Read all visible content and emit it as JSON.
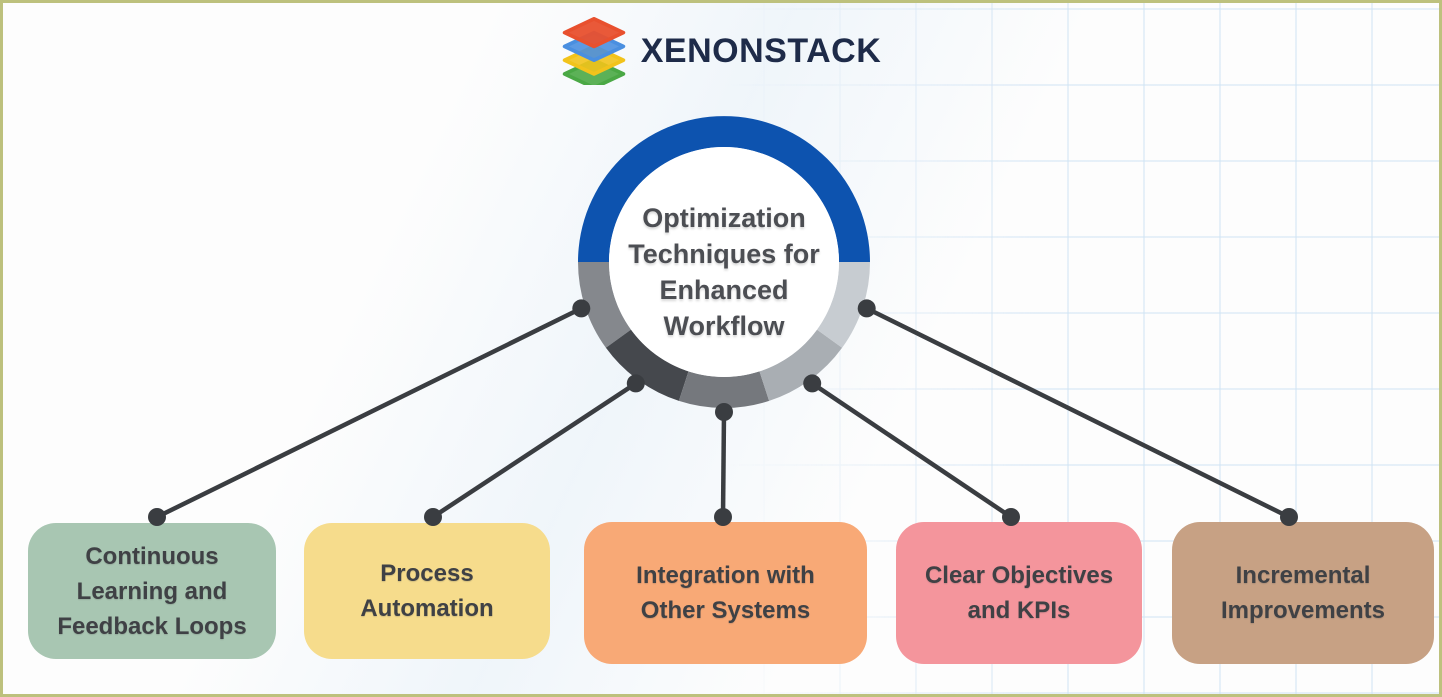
{
  "page": {
    "border_color": "#bdc17d",
    "background_color": "#fdfdfd",
    "grid_color": "#cbe0f3",
    "text_color": "#3f4145"
  },
  "logo": {
    "brand": "XENONSTACK",
    "brand_color": "#1e2b49",
    "icon_name": "layer-stack-icon",
    "layer_colors_top_to_bottom": [
      "#e8502e",
      "#4a8fe0",
      "#f2c31b",
      "#4aa845"
    ]
  },
  "hub": {
    "title": "Optimization Techniques for Enhanced Workflow",
    "title_lines": [
      "Optimization",
      "Techniques for",
      "Enhanced",
      "Workflow"
    ],
    "title_color": "#4c4e53",
    "ring_top_color": "#0d53af",
    "ring_segment_colors_left_to_right": [
      "#85888d",
      "#45484d",
      "#75787d",
      "#a9aeb3",
      "#c7ccd1"
    ],
    "connector_color": "#3a3d41"
  },
  "nodes": [
    {
      "label": "Continuous Learning and Feedback Loops",
      "fill": "#a8c6b2"
    },
    {
      "label": "Process Automation",
      "fill": "#f6dc8c"
    },
    {
      "label": "Integration with Other Systems",
      "fill": "#f8a976"
    },
    {
      "label": "Clear Objectives and KPIs",
      "fill": "#f4959c"
    },
    {
      "label": "Incremental Improvements",
      "fill": "#c7a184"
    }
  ]
}
